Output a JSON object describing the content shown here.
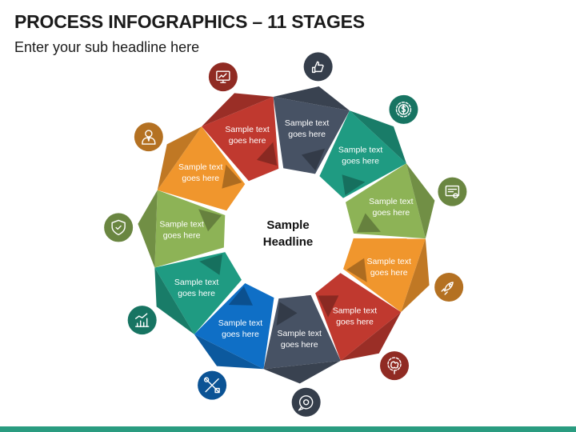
{
  "title": "PROCESS INFOGRAPHICS – 11 STAGES",
  "subtitle": "Enter your sub headline here",
  "center": {
    "line1": "Sample",
    "line2": "Headline"
  },
  "stages": [
    {
      "line1": "Sample text",
      "line2": "goes here",
      "color": "#c0392f",
      "icon": "computer-chart-icon"
    },
    {
      "line1": "Sample text",
      "line2": "goes here",
      "color": "#475264",
      "icon": "hand-thumbs-up-icon"
    },
    {
      "line1": "Sample text",
      "line2": "goes here",
      "color": "#1f9b82",
      "icon": "dollar-gear-icon"
    },
    {
      "line1": "Sample text",
      "line2": "goes here",
      "color": "#8db356",
      "icon": "certificate-icon"
    },
    {
      "line1": "Sample text",
      "line2": "goes here",
      "color": "#f0962d",
      "icon": "rocket-icon"
    },
    {
      "line1": "Sample text",
      "line2": "goes here",
      "color": "#c0392f",
      "icon": "brain-gear-icon"
    },
    {
      "line1": "Sample text",
      "line2": "goes here",
      "color": "#475264",
      "icon": "settings-chat-icon"
    },
    {
      "line1": "Sample text",
      "line2": "goes here",
      "color": "#0f6fc6",
      "icon": "tools-icon"
    },
    {
      "line1": "Sample text",
      "line2": "goes here",
      "color": "#1f9b82",
      "icon": "growth-chart-icon"
    },
    {
      "line1": "Sample text",
      "line2": "goes here",
      "color": "#8db356",
      "icon": "shield-check-icon"
    },
    {
      "line1": "Sample text",
      "line2": "goes here",
      "color": "#f0962d",
      "icon": "businessman-icon"
    }
  ],
  "footer_color": "#2a9c80"
}
